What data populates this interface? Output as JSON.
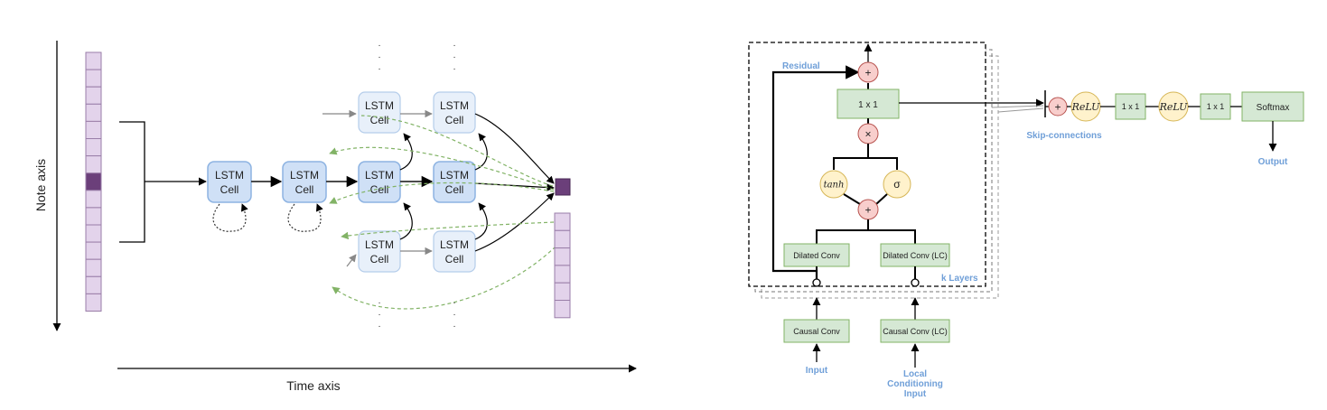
{
  "left_diagram": {
    "note_axis_label": "Note axis",
    "time_axis_label": "Time axis",
    "cell_line1": "LSTM",
    "cell_line2": "Cell",
    "ellipsis": "·"
  },
  "right_diagram": {
    "residual_label": "Residual",
    "plus_symbol": "+",
    "times_symbol": "×",
    "conv_1x1": "1 x 1",
    "tanh_label": "tanh",
    "sigma_label": "σ",
    "dilated_conv": "Dilated Conv",
    "dilated_conv_lc": "Dilated Conv (LC)",
    "k_layers": "k Layers",
    "causal_conv": "Causal Conv",
    "causal_conv_lc": "Causal Conv (LC)",
    "input_label": "Input",
    "local_cond_line1": "Local",
    "local_cond_line2": "Conditioning",
    "local_cond_line3": "Input",
    "skip_connections": "Skip-connections",
    "relu": "ReLU",
    "softmax": "Softmax",
    "output_label": "Output"
  },
  "colors": {
    "lstm_fill_strong": "#cfe0f6",
    "lstm_fill_light": "#e8f0fa",
    "lstm_stroke": "#8db3e2",
    "note_fill": "#e3d3eb",
    "note_active": "#6b3f7a",
    "green_dashed": "#82b366",
    "op_fill": "#f8cecc",
    "act_fill": "#fff2cc",
    "conv_fill": "#d5e8d4",
    "accent_blue": "#6f9fd8"
  }
}
